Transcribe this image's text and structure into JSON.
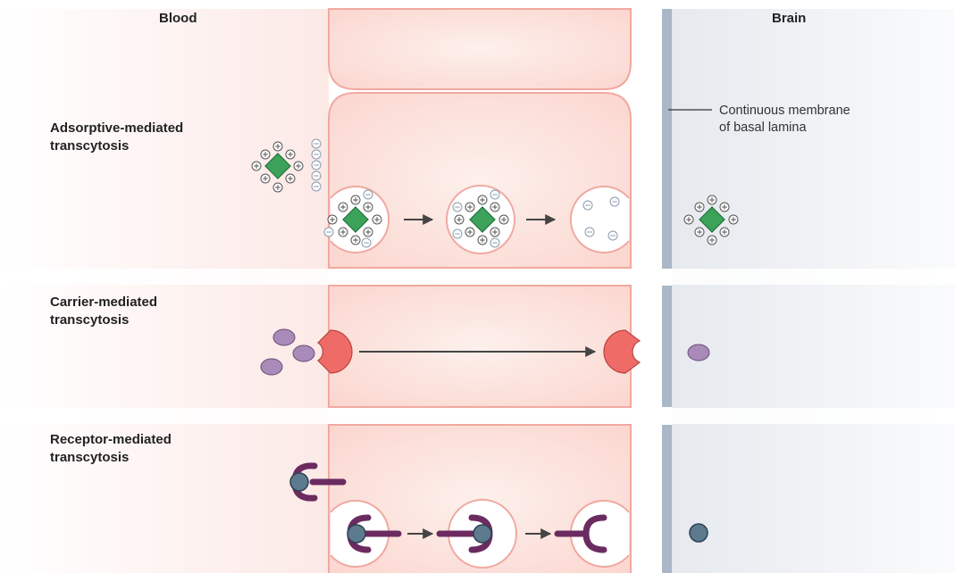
{
  "regions": {
    "blood": "Blood",
    "brain": "Brain"
  },
  "annotation": {
    "line1": "Continuous membrane",
    "line2": "of basal lamina"
  },
  "rows": [
    {
      "line1": "Adsorptive-mediated",
      "line2": "transcytosis"
    },
    {
      "line1": "Carrier-mediated",
      "line2": "transcytosis"
    },
    {
      "line1": "Receptor-mediated",
      "line2": "transcytosis"
    }
  ],
  "colors": {
    "cell_fill": "#fbd9d3",
    "cell_stroke": "#f0a9a0",
    "cationic_drug": "#3ca25a",
    "carrier_protein": "#ef6b67",
    "substrate": "#a98bb9",
    "receptor": "#6b2b60",
    "ligand": "#5d7a8f",
    "basal_lamina": "#a9b7c6",
    "arrow": "#444444"
  }
}
